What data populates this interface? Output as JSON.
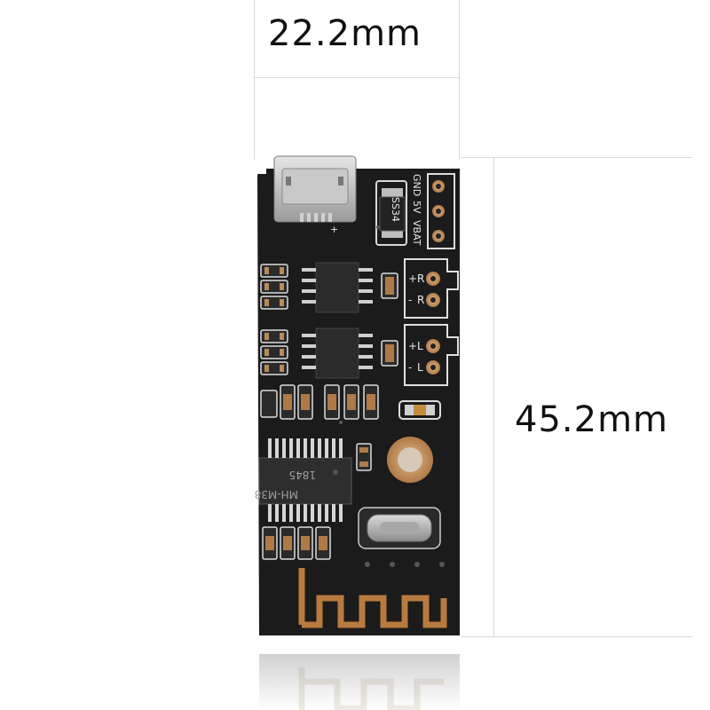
{
  "width_dimension": {
    "label": "22.2mm"
  },
  "height_dimension": {
    "label": "45.2mm"
  },
  "board": {
    "pin_labels": [
      "VBAT",
      "5V",
      "GND"
    ],
    "diode_marking": "SS34",
    "chip_line1": "1845",
    "chip_line2": "MH-M38",
    "channels": [
      {
        "name": "R",
        "polarity": [
          "+",
          "-"
        ]
      },
      {
        "name": "L",
        "polarity": [
          "+",
          "-"
        ]
      }
    ]
  },
  "colors": {
    "pcb": "#1a1a1a",
    "silkscreen": "#e8e8e8",
    "copper": "#c9925e",
    "antenna": "#b87a3e"
  }
}
